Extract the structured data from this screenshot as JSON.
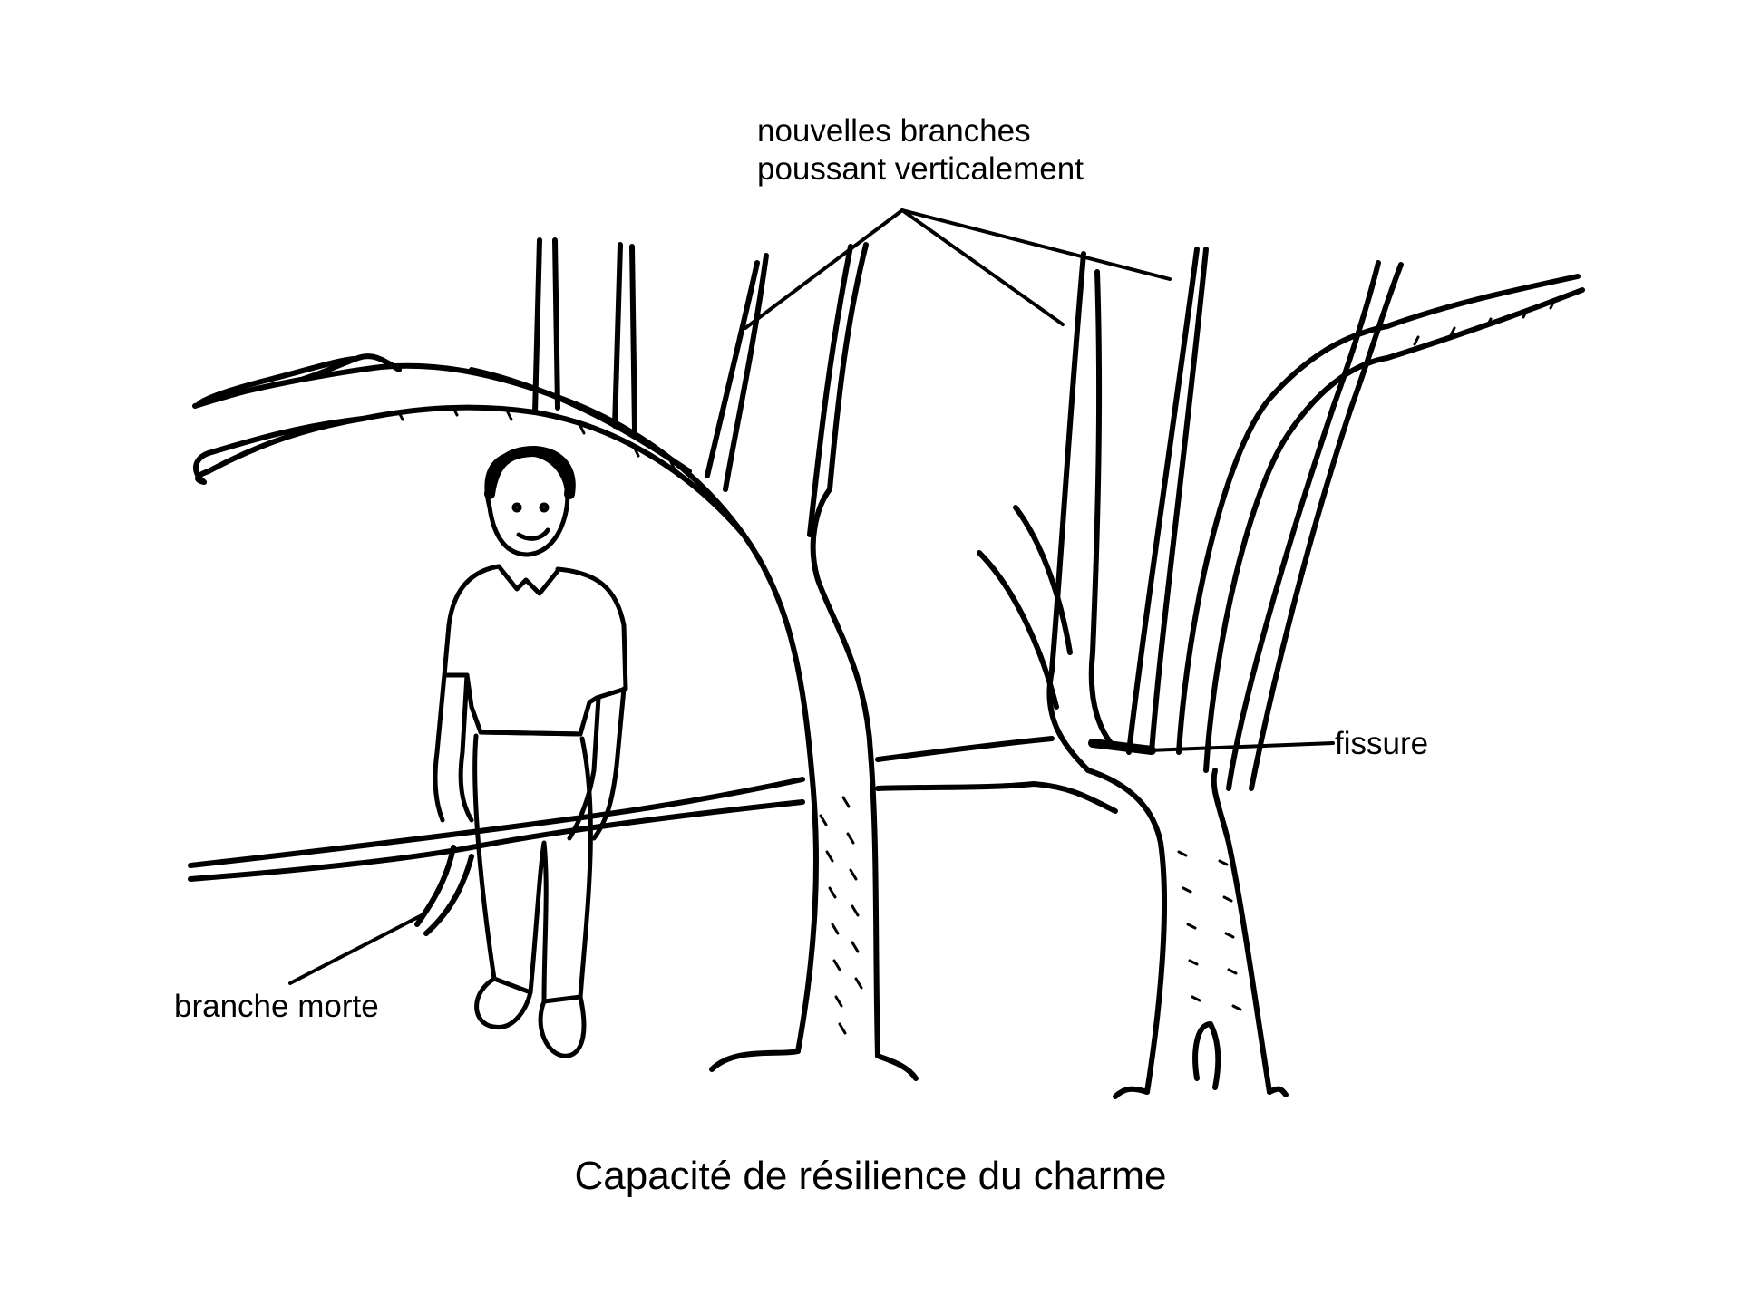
{
  "labels": {
    "new_branches_line1": "nouvelles branches",
    "new_branches_line2": "poussant verticalement",
    "fissure": "fissure",
    "dead_branch": "branche morte"
  },
  "caption": "Capacité de résilience du charme",
  "colors": {
    "ink": "#000000",
    "paper": "#ffffff"
  }
}
